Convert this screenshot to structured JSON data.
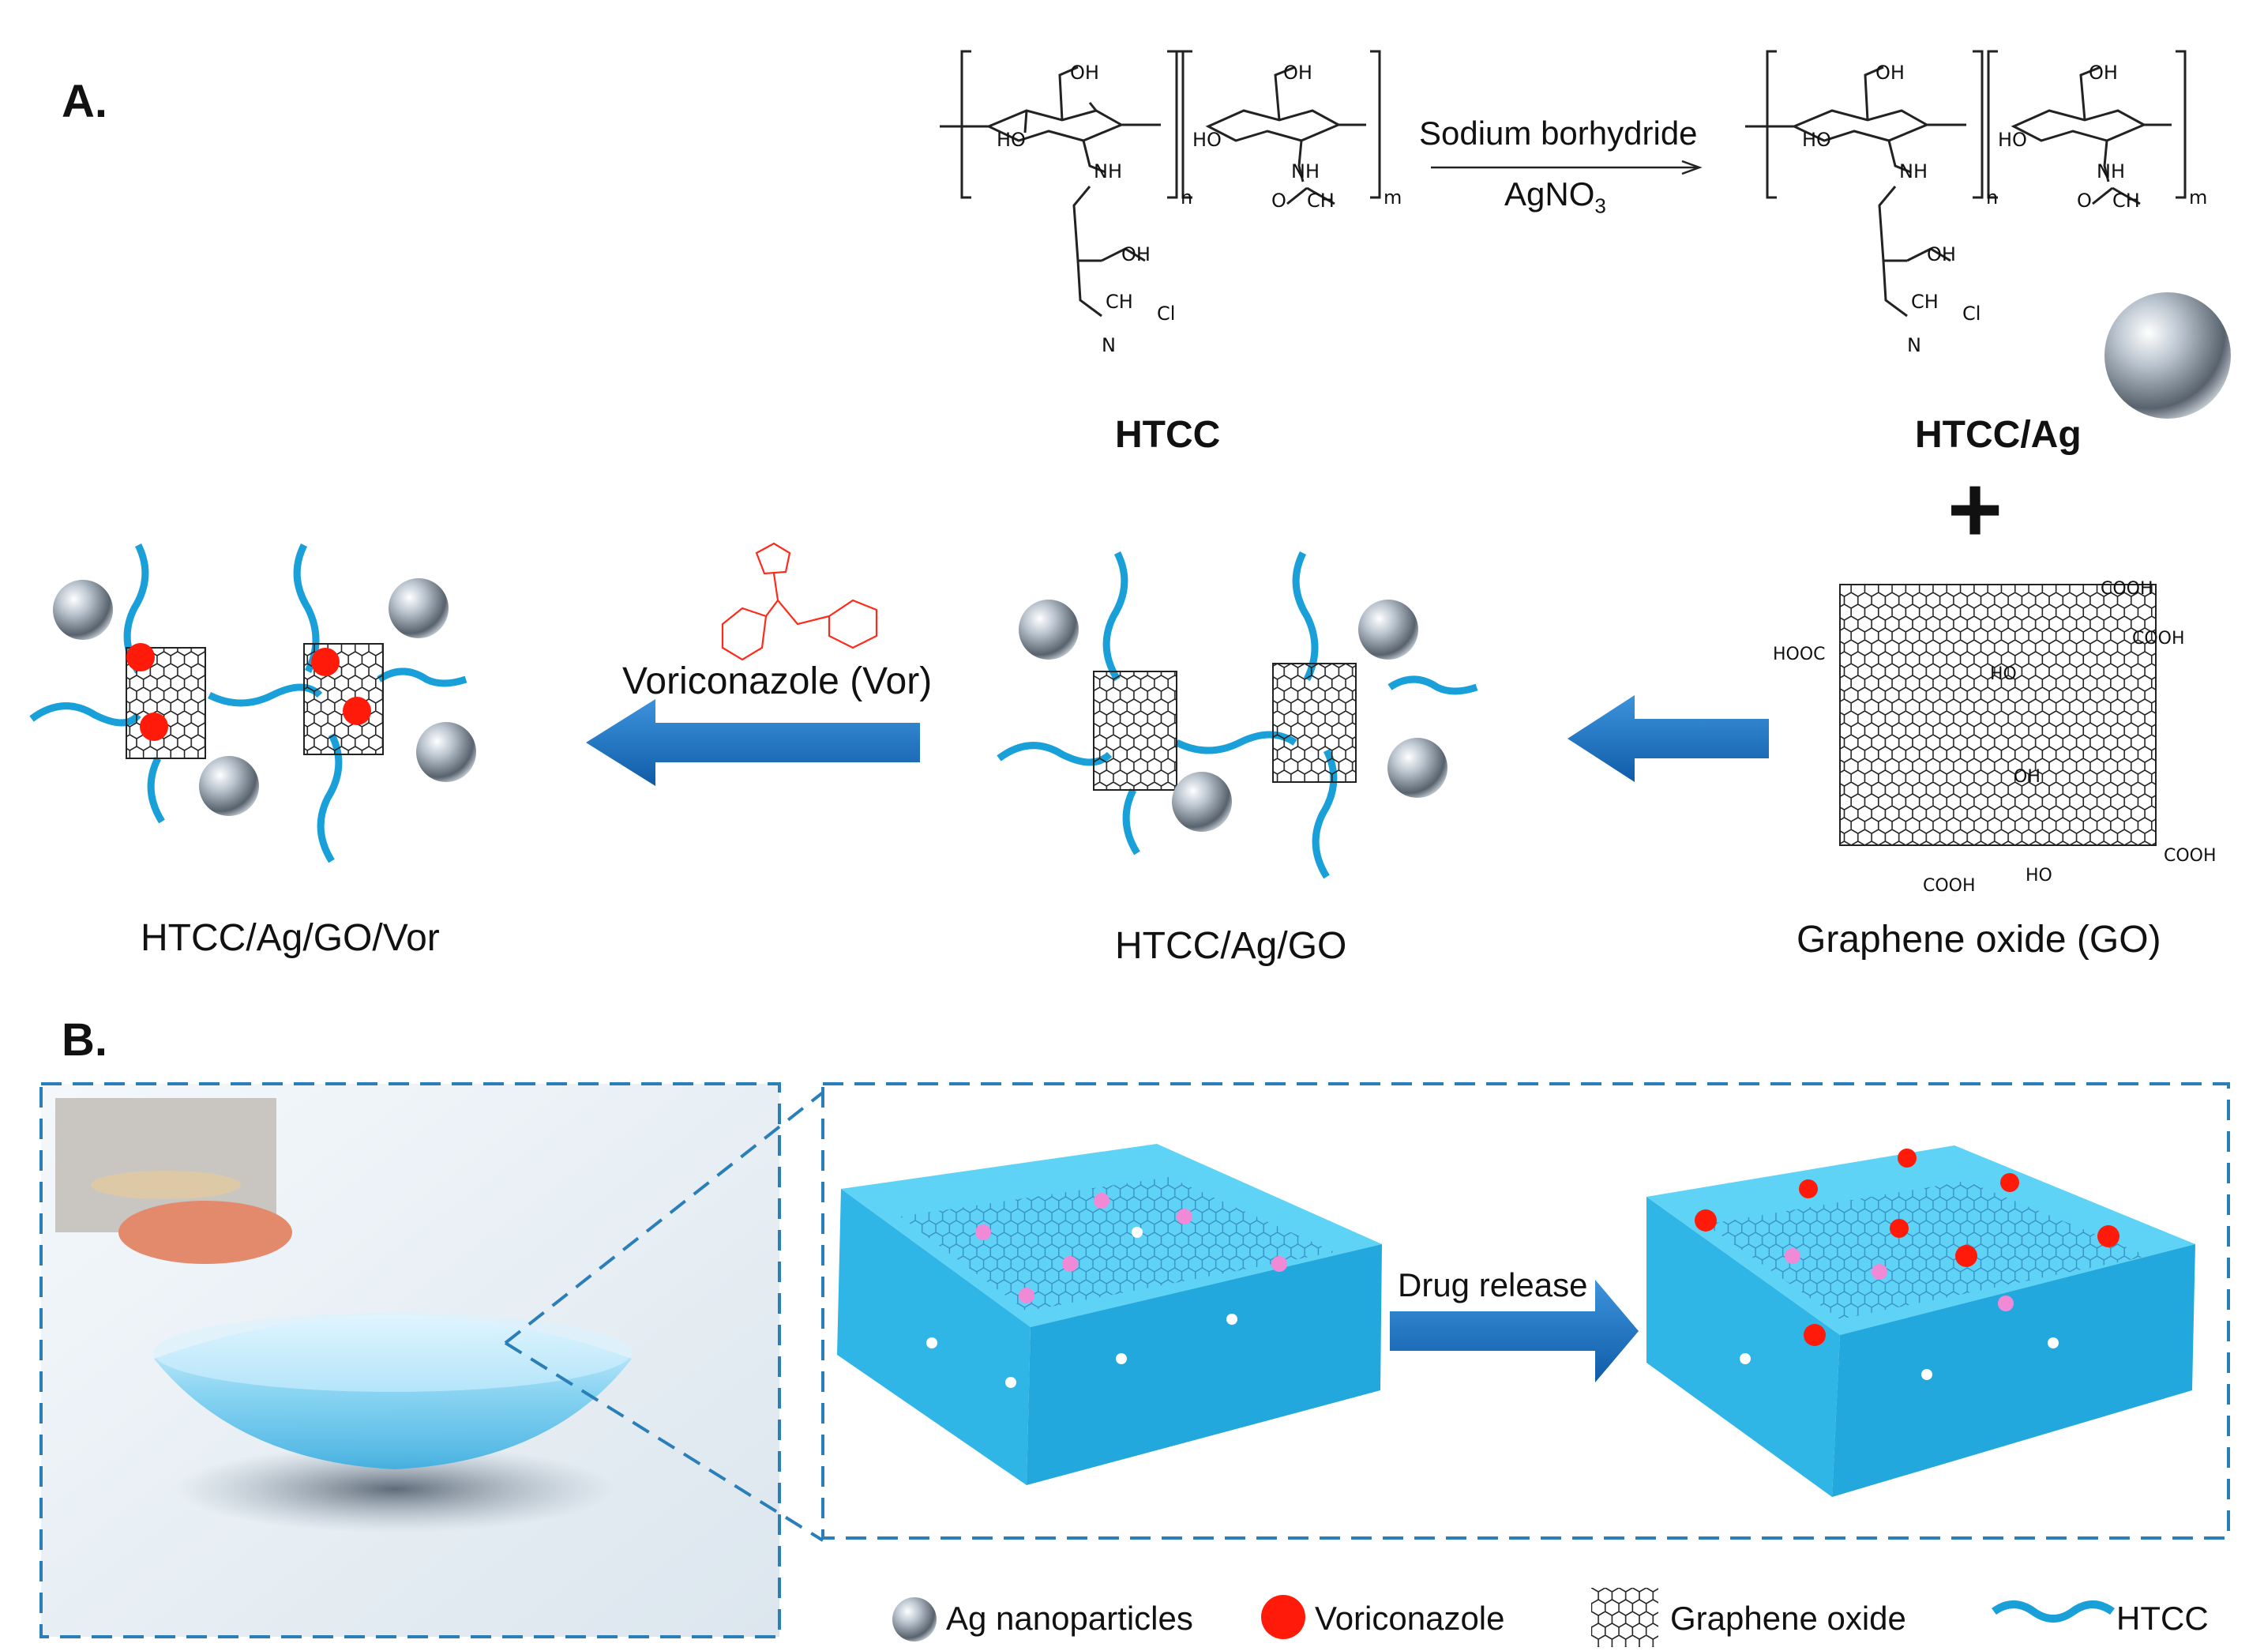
{
  "panel_a": {
    "letter": "A.",
    "reaction_reagent_top": "Sodium borhydride",
    "reaction_reagent_bottom": "AgNO",
    "reaction_reagent_bottom_sub": "3",
    "htcc_label": "HTCC",
    "htcc_ag_label": "HTCC/Ag",
    "go_label": "Graphene oxide (GO)",
    "htcc_ag_go_label": "HTCC/Ag/GO",
    "htcc_ag_go_vor_label": "HTCC/Ag/GO/Vor",
    "vor_label": "Voriconazole (Vor)",
    "plus_sign": "+",
    "chem_text": {
      "oh": "OH",
      "ho": "HO",
      "nh": "NH",
      "o": "O",
      "ch3": "CH",
      "n_plus": "N",
      "cl": "Cl",
      "n_sub": "n",
      "m_sub": "m",
      "cooh": "COOH",
      "hooc": "HOOC"
    }
  },
  "panel_b": {
    "letter": "B.",
    "drug_release_label": "Drug release"
  },
  "legend": {
    "ag": "Ag nanoparticles",
    "vor": "Voriconazole",
    "go": "Graphene oxide",
    "htcc": "HTCC"
  },
  "colors": {
    "arrow_blue": "#1a6fbf",
    "strand_blue": "#1aa0d8",
    "vor_red": "#ff1a0a",
    "gel_cyan": "#3cc4ec",
    "dash_blue": "#2a7fb8",
    "drug_pink": "#f08ad6"
  }
}
